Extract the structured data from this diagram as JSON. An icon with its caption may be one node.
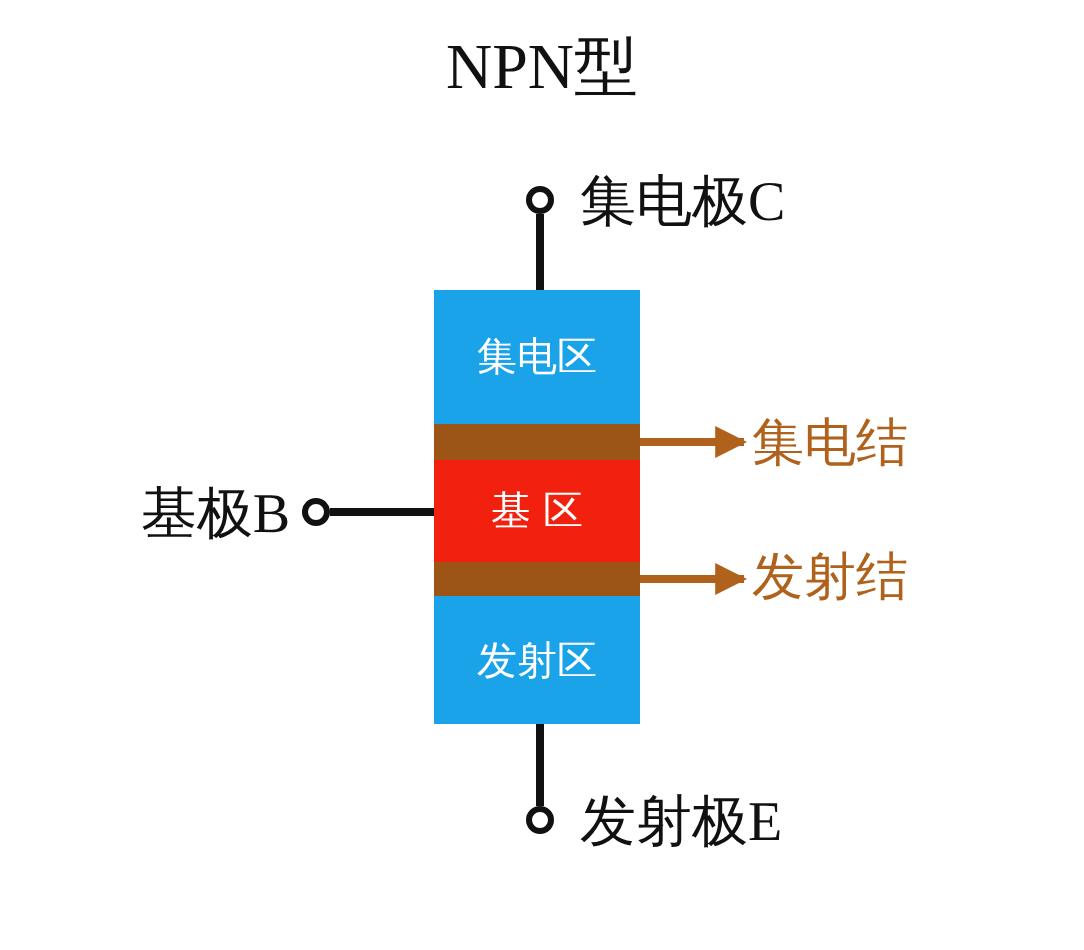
{
  "diagram": {
    "title": "NPN型",
    "nodes": [
      {
        "text": [
          "集电区"
        ]
      },
      {
        "text": [],
        "shape": "bar"
      },
      {
        "text": [
          "基 区"
        ]
      },
      {
        "text": [],
        "shape": "bar"
      },
      {
        "text": [
          "发射区"
        ]
      },
      {
        "text": [],
        "shape": "circle",
        "beside": [
          "集电极C"
        ]
      },
      {
        "text": [],
        "shape": "circle",
        "beside": [
          "基极B"
        ]
      },
      {
        "text": [],
        "shape": "circle",
        "beside": [
          "发射极E"
        ]
      },
      {
        "text": [
          "集电结"
        ]
      },
      {
        "text": [
          "发射结"
        ]
      }
    ],
    "edges": [
      {
        "from": 5,
        "to": 0,
        "arrow": "none"
      },
      {
        "from": 6,
        "to": 2,
        "arrow": "none"
      },
      {
        "from": 7,
        "to": 4,
        "arrow": "none"
      },
      {
        "from": 1,
        "to": 8,
        "arrow": "to",
        "color": "#b0621c"
      },
      {
        "from": 3,
        "to": 9,
        "arrow": "to",
        "color": "#b0621c"
      }
    ]
  }
}
